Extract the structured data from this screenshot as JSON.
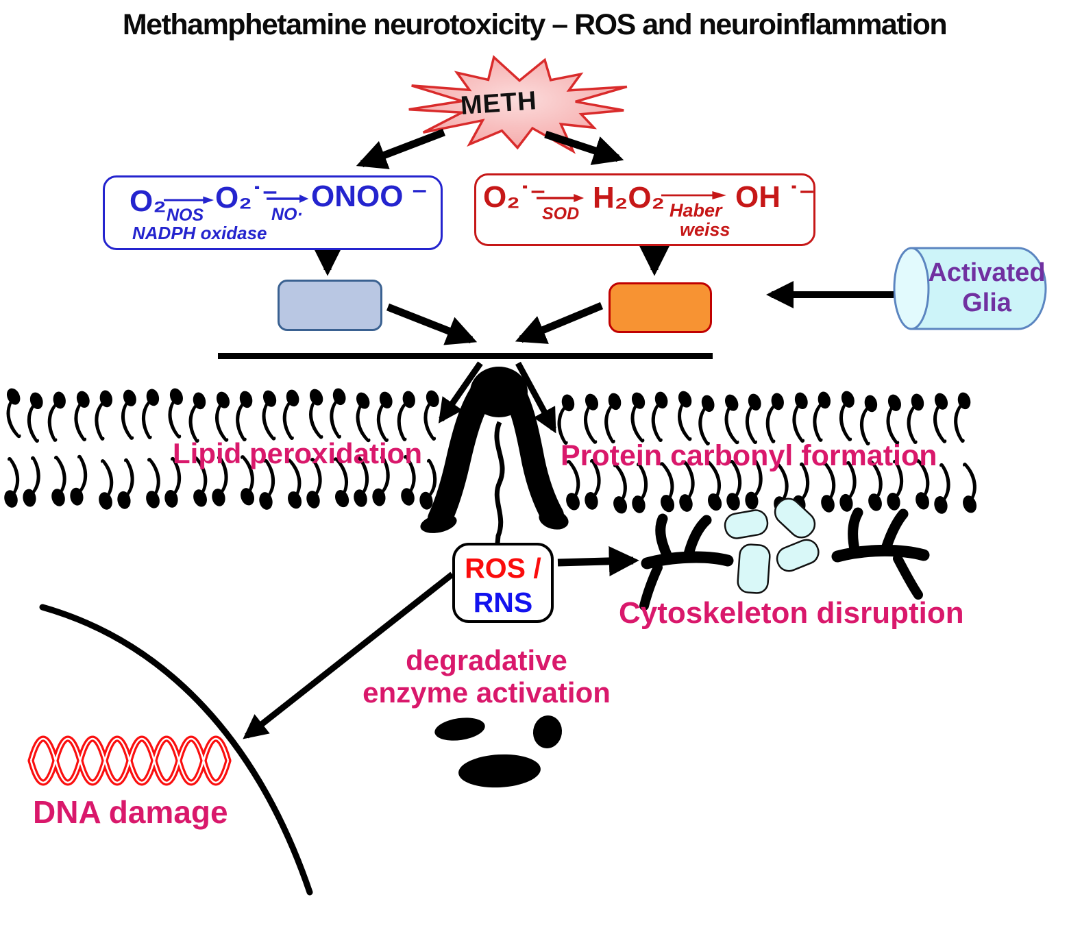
{
  "title": "Methamphetamine neurotoxicity – ROS and neuroinflammation",
  "meth": {
    "label": "METH"
  },
  "nos_pathway_box": {
    "term1": "O₂",
    "arrow1_label": "NOS",
    "term2": "O₂˙⁻",
    "arrow2_label": "NO·",
    "term3": "ONOO ⁻",
    "footnote": "NADPH oxidase"
  },
  "sod_pathway_box": {
    "term1": "O₂˙⁻",
    "arrow1_label": "SOD",
    "term2": "H₂O₂",
    "arrow2_label_line1": "Haber",
    "arrow2_label_line2": "weiss",
    "term3": "OH ˙⁻"
  },
  "activated_glia": {
    "line1": "Activated",
    "line2": "Glia"
  },
  "ros_rns_box": {
    "line1": "ROS /",
    "line2": "RNS"
  },
  "labels": {
    "lipid_peroxidation": "Lipid peroxidation",
    "protein_carbonyl_formation": "Protein carbonyl formation",
    "cytoskeleton_disruption": "Cytoskeleton disruption",
    "degradative_line1": "degradative",
    "degradative_line2": "enzyme activation",
    "dna_damage": "DNA damage"
  },
  "icons": [
    "meth-burst-icon",
    "phospholipid-icon",
    "membrane-channel-protein-icon",
    "activated-glia-cylinder-icon",
    "dna-helix-icon",
    "nucleus-membrane-arc",
    "enzyme-blob-icon",
    "cytoskeleton-fragment-icon",
    "tubulin-capsule-icon"
  ],
  "colors": {
    "magenta": "#D9186B",
    "formulaBlue": "#2424CE",
    "formulaRed": "#C61717",
    "rosRed": "#FA0C0C",
    "rnsBlue": "#1212EE",
    "steelFill": "#B9C7E3",
    "steelEdge": "#3A6191",
    "orangeFill": "#F79333",
    "orangeEdge": "#C00000",
    "starFillOuter": "#F5A3A3",
    "starFillInner": "#FBDCDC",
    "starEdge": "#D92B2B",
    "gliaPurple": "#7030A0",
    "cylFill": "#CDF4F9",
    "cylFillEnd": "#E2FAFD",
    "cylEdge": "#5B85C0",
    "cyanFill": "#D9F8F8",
    "dnaRed": "#FA0F0F"
  }
}
